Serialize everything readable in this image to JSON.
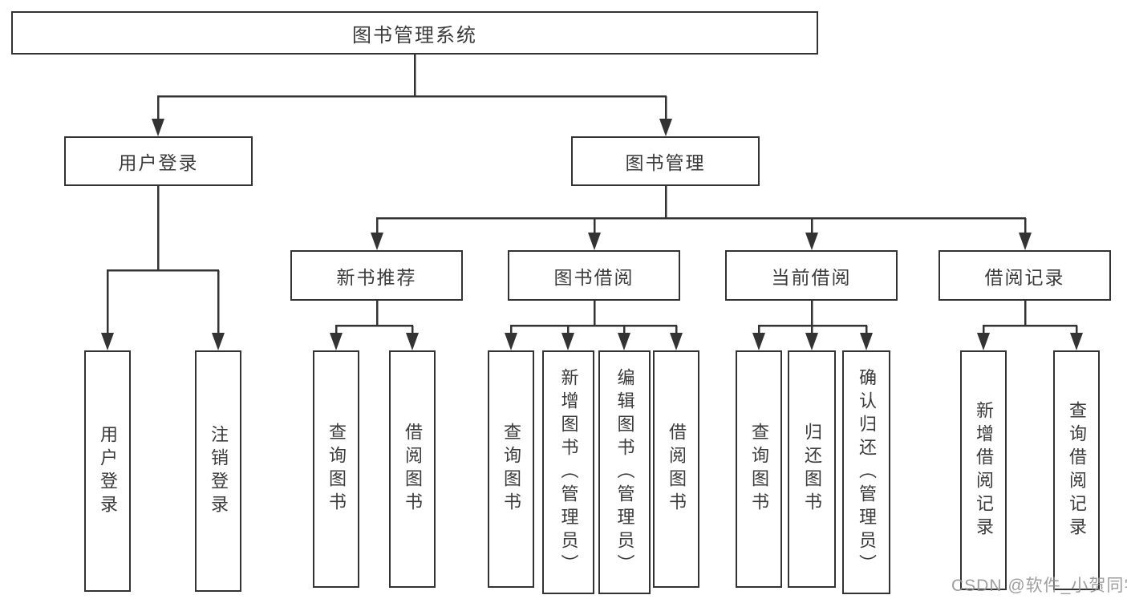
{
  "diagram": {
    "root": {
      "label": "图书管理系统"
    },
    "level2": [
      {
        "label": "用户登录"
      },
      {
        "label": "图书管理"
      }
    ],
    "level3": [
      {
        "label": "新书推荐"
      },
      {
        "label": "图书借阅"
      },
      {
        "label": "当前借阅"
      },
      {
        "label": "借阅记录"
      }
    ],
    "user_login_children": [
      {
        "label": "用户登录"
      },
      {
        "label": "注销登录"
      }
    ],
    "new_book_children": [
      {
        "label": "查询图书"
      },
      {
        "label": "借阅图书"
      }
    ],
    "book_borrow_children": [
      {
        "label": "查询图书"
      },
      {
        "label": "新增图书（管理员）"
      },
      {
        "label": "编辑图书（管理员）"
      },
      {
        "label": "借阅图书"
      }
    ],
    "current_borrow_children": [
      {
        "label": "查询图书"
      },
      {
        "label": "归还图书"
      },
      {
        "label": "确认归还（管理员）"
      }
    ],
    "borrow_record_children": [
      {
        "label": "新增借阅记录"
      },
      {
        "label": "查询借阅记录"
      }
    ],
    "watermark": "CSDN @软件_小贺同学",
    "colors": {
      "line": "#333333",
      "box_border": "#333333",
      "text": "#3b3b3b",
      "background": "#ffffff",
      "watermark": "#949494"
    }
  }
}
